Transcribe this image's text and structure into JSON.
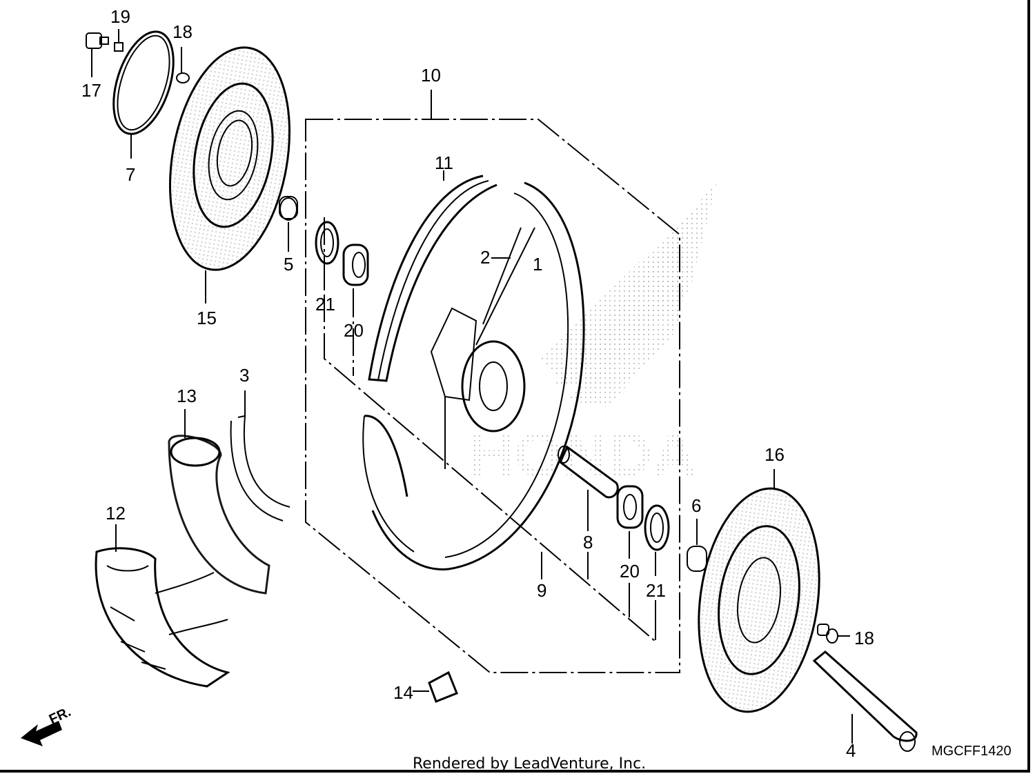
{
  "callouts": {
    "c1": "1",
    "c2": "2",
    "c3": "3",
    "c4": "4",
    "c5": "5",
    "c6": "6",
    "c7": "7",
    "c8": "8",
    "c9": "9",
    "c10": "10",
    "c11": "11",
    "c12": "12",
    "c13": "13",
    "c14": "14",
    "c15": "15",
    "c16": "16",
    "c17": "17",
    "c18a": "18",
    "c18b": "18",
    "c19": "19",
    "c20a": "20",
    "c20b": "20",
    "c21a": "21",
    "c21b": "21"
  },
  "figure_code": "MGCFF1420",
  "direction_label": "FR.",
  "watermark": "HONDA",
  "footer": "Rendered by LeadVenture, Inc."
}
